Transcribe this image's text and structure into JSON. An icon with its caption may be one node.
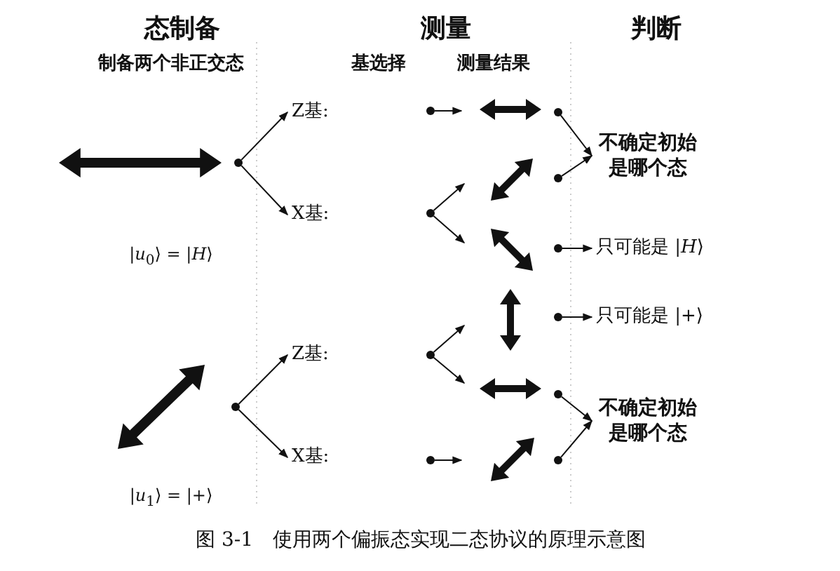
{
  "diagram": {
    "caption": "图 3-1　使用两个偏振态实现二态协议的原理示意图",
    "nodes": [
      {
        "text": [],
        "shape": "circle"
      },
      {
        "text": [
          "Z基:"
        ]
      },
      {
        "text": [
          "X基:"
        ]
      },
      {
        "text": [],
        "shape": "circle"
      },
      {
        "text": [
          "Z基:"
        ]
      },
      {
        "text": [
          "X基:"
        ]
      },
      {
        "text": [
          "不确定初始是哪个态"
        ]
      },
      {
        "text": [
          "只可能是 |*H*⟩"
        ]
      },
      {
        "text": [
          "只可能是 |+⟩"
        ]
      },
      {
        "text": [
          "不确定初始是哪个态"
        ]
      },
      {
        "text": [],
        "shape": "circle"
      },
      {
        "text": [],
        "shape": "circle"
      },
      {
        "text": [],
        "shape": "circle"
      },
      {
        "text": [],
        "shape": "circle"
      },
      {
        "text": [],
        "shape": "circle"
      },
      {
        "text": [],
        "shape": "circle"
      },
      {
        "text": [],
        "shape": "circle"
      },
      {
        "text": [],
        "shape": "circle"
      },
      {
        "text": [],
        "shape": "circle"
      },
      {
        "text": [],
        "shape": "circle"
      }
    ],
    "edges": [
      {
        "from": 0,
        "to": 1,
        "arrow": "to"
      },
      {
        "from": 0,
        "to": 2,
        "arrow": "to"
      },
      {
        "from": 3,
        "to": 4,
        "arrow": "to"
      },
      {
        "from": 3,
        "to": 5,
        "arrow": "to"
      },
      {
        "from": 10,
        "to": null,
        "arrow": "to"
      },
      {
        "from": 11,
        "to": null,
        "arrow": "to"
      },
      {
        "from": 11,
        "to": null,
        "arrow": "to"
      },
      {
        "from": 12,
        "to": 6,
        "arrow": "to"
      },
      {
        "from": 13,
        "to": 6,
        "arrow": "to"
      },
      {
        "from": 14,
        "to": 7,
        "arrow": "to"
      },
      {
        "from": 15,
        "to": 8,
        "arrow": "to"
      },
      {
        "from": 16,
        "to": null,
        "arrow": "to"
      },
      {
        "from": 16,
        "to": null,
        "arrow": "to"
      },
      {
        "from": 17,
        "to": 9,
        "arrow": "to"
      },
      {
        "from": 18,
        "to": 9,
        "arrow": "to"
      },
      {
        "from": 19,
        "to": null,
        "arrow": "to"
      }
    ],
    "labels": [
      "态制备",
      "测量",
      "判断",
      "制备两个非正交态",
      "基选择",
      "测量结果",
      "|*u*$_{0}$⟩ = |*H*⟩",
      "|*u*$_{1}$⟩ = |+⟩"
    ]
  }
}
